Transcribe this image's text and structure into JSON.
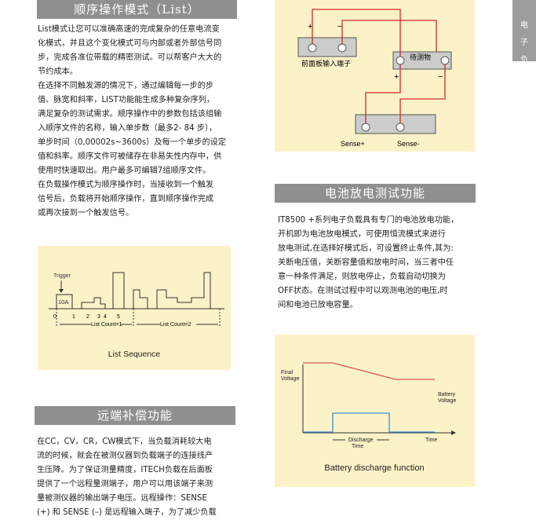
{
  "list_mode": {
    "title": "顺序操作模式（List）",
    "paragraph_1": "List模式让您可以准确高速的完成复杂的任意电流变\n化模式，并且这个变化模式可与内部或者外部信号同\n步，完成各准位带载的精密测试。可以帮客户大大的\n节约成本。",
    "paragraph_2": "在选择不同触发源的情况下，通过编辑每一步的步\n值、脉宽和斜率，LIST功能能生成多种复杂序列，\n满足复杂的测试需求。顺序操作中的参数包括该组输\n入顺序文件的名称，输入单步数（最多2- 84 步），\n单步时间（0,00002s~3600s）及每一个单步的设定\n值和斜率。顺序文件可被储存在非易失性内存中，供\n使用时快速取出。用户最多可编辑7组顺序文件。",
    "paragraph_3": "在负载操作模式为顺序操作时，当接收到一个触发\n信号后，负载将开始顺序操作，直到顺序操作完成\n或再次接到一个触发信号。"
  },
  "list_sequence_figure": {
    "caption": "List Sequence",
    "trigger_label": "Trigger",
    "current_label": "10A",
    "step_labels": [
      "0",
      "1",
      "2",
      "3",
      "4",
      "5"
    ],
    "list_count_1": "List Count=1",
    "list_count_2": "List Count=2"
  },
  "remote_sense": {
    "title": "远端补偿功能",
    "paragraph": "在CC，CV，CR，CW模式下，当负载消耗较大电\n流的时候，就会在被测仪器到负载端子的连接线产\n生压降。为了保证测量精度，ITECH负载在后面板\n提供了一个远程量测端子，用户可以用该端子来测\n量被测仪器的输出端子电压。远程操作：SENSE\n(+) 和 SENSE (–) 是远程输入端子，为了减少负载"
  },
  "sense_wiring_figure": {
    "front_terminal_label": "前面板输入端子",
    "dut_label": "待测物",
    "plus": "+",
    "minus": "−",
    "sense_plus": "Sense+",
    "sense_minus": "Sense-"
  },
  "battery_test": {
    "title": "电池放电测试功能",
    "paragraph": "IT8500 +系列电子负载具有专门的电池放电功能，\n开机即为电池放电模式，可使用恒流模式来进行\n放电测试,在选择好模式后，可设置终止条件,其为:\n关断电压值，关断容量值和放电时间，当三者中任\n意一种条件满足，则放电停止，负载自动切换为\nOFF状态。在测试过程中可以观测电池的电压,时\n间和电池已放电容量。"
  },
  "battery_figure": {
    "caption": "Battery discharge function",
    "final_voltage": "Final\nVoltage",
    "battery_voltage": "Battery\nVoltage",
    "discharge_time": "Discharge\nTime",
    "time": "Time",
    "colors": {
      "voltage_line": "#d9534f",
      "current_line": "#3a8fd6"
    }
  },
  "side_tab": {
    "label": "电\n子\n负\n载"
  }
}
